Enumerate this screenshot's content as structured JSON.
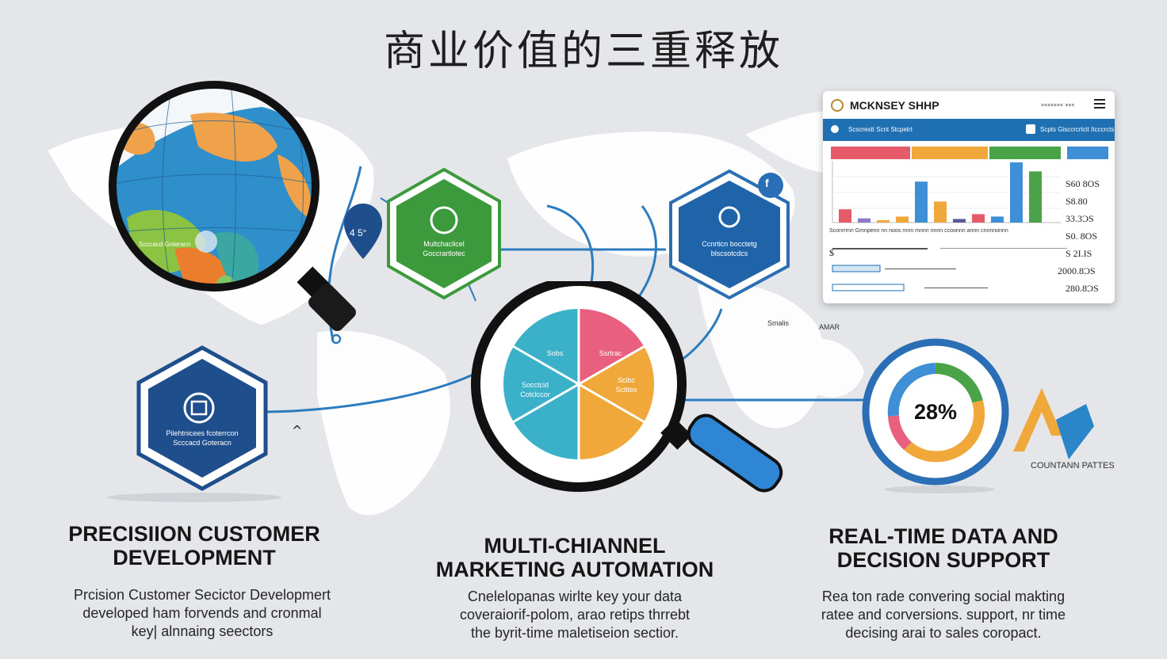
{
  "title": "商业价值的三重释放",
  "sections": [
    {
      "heading": [
        "PRECISIION CUSTOMER",
        "DEVELOPMENT"
      ],
      "body": [
        "Prcision Customer Secictor Developmert",
        "developed ham forvends and cronmal",
        "key| alnnaing seectors"
      ],
      "hex_label": [
        "Pilehtnicees fcoterrcon",
        "Scccacd Goteracn"
      ]
    },
    {
      "heading": [
        "MULTI-CHIANNEL",
        "MARKETING AUTOMATION"
      ],
      "body": [
        "Cnelelopanas wirlte key your data",
        "coveraiorif-polom, arao retips thrrebt",
        "the byrit-time maletiseion sectior."
      ],
      "hex_label": [
        "Multchaclicel",
        "Goccrartlotec"
      ],
      "pie_labels": [
        "Sobs",
        "Ssrtrac",
        "Socctcid Cotclccor",
        "Scibc Sctites"
      ]
    },
    {
      "heading": [
        "REAL-TIME DATA AND",
        "DECISION SUPPORT"
      ],
      "body": [
        "Rea ton rade convering social makting",
        "ratee and corversions. support, nr time",
        "decising arai to sales coropact."
      ],
      "hex_label": [
        "Ccnrticn bocctetg",
        "blscsotcdcs"
      ],
      "donut_value": "28%",
      "logo_caption": "COUNTANN PATTES"
    }
  ],
  "pin_label": "4 5°",
  "map_small_a": "Smalis",
  "map_small_b": "AMAR",
  "caret_glyph": "^",
  "dashboard": {
    "brand": "MCKNSEY SHHP",
    "header_dots": "⁎⁎⁎⁎⁎⁎⁎ ⁎⁎⁎",
    "subbar_left": "Scscrestt Scnt Stcpetrt",
    "subbar_right": "Scpts Gisccrcrtcit Itcccrcts",
    "axis_caption": "Sconrrrnn Gmnpenn nn noos rnnn mnnn nnnn ccoonnn annn cnnnnonnn",
    "values": [
      "S60 8OS",
      "S8.80",
      "33.3ƆS",
      "S0. 8OS",
      "S 2I.IS",
      "2000.8ƆS",
      "280.8ƆS"
    ],
    "money_sign": "$",
    "bars": [
      0.22,
      0.07,
      0.04,
      0.1,
      0.68,
      0.35,
      0.06,
      0.14,
      0.1,
      1.0,
      0.85
    ],
    "bar_colors": [
      "#e55b6a",
      "#8a7ac8",
      "#f0a83a",
      "#f0a83a",
      "#3f8fd6",
      "#f0a83a",
      "#5a5a9a",
      "#e55b6a",
      "#3f8fd6",
      "#3f8fd6",
      "#4aa347"
    ],
    "legend_colors": [
      "#e55b6a",
      "#f0a83a",
      "#4aa347",
      "#3f8fd6"
    ]
  },
  "colors": {
    "navy": "#1f4e8c",
    "green": "#3c9a3c",
    "blue": "#2a6fb5",
    "orange": "#f0a83a",
    "teal": "#3bb0c9",
    "pink": "#e9607f"
  }
}
